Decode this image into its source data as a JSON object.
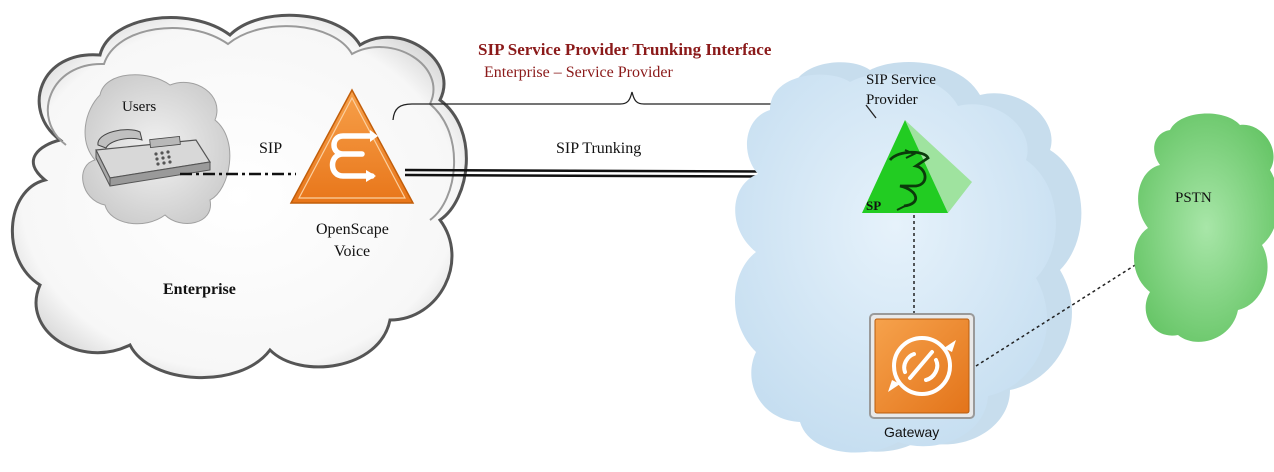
{
  "interface": {
    "title": "SIP Service Provider Trunking Interface",
    "subtitle": "Enterprise – Service Provider"
  },
  "enterprise": {
    "cloud_label": "Enterprise",
    "users_label": "Users",
    "sip_label": "SIP",
    "osv_label_line1": "OpenScape",
    "osv_label_line2": "Voice"
  },
  "trunk": {
    "label": "SIP Trunking"
  },
  "provider": {
    "label_line1": "SIP Service",
    "label_line2": "Provider",
    "sp_badge": "SP",
    "gateway_label": "Gateway"
  },
  "pstn": {
    "label": "PSTN"
  },
  "icons": [
    "phone-icon",
    "openscape-voice-icon",
    "sip-server-icon",
    "gateway-icon"
  ],
  "colors": {
    "title": "#8b1a1a",
    "osv_orange": "#f08020",
    "sp_green": "#22cc22",
    "provider_cloud": "#cfe6f7",
    "pstn_green": "#7fd67f",
    "gateway_orange": "#f08020"
  }
}
